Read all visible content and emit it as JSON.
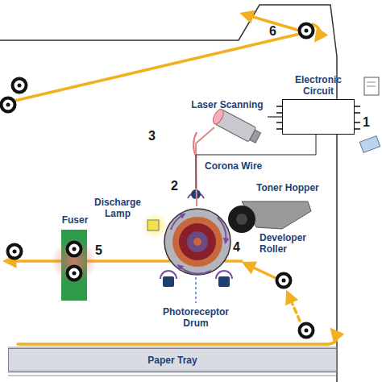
{
  "diagram": {
    "nodes": [
      {
        "text": [
          "Electronic Circuit"
        ]
      },
      {
        "text": [
          "Laser Scanning"
        ]
      },
      {
        "text": [
          "Paper Tray"
        ]
      }
    ],
    "edges": [
      {
        "from": 0,
        "to": 1,
        "arrow": "none"
      }
    ],
    "labels": [
      "1",
      "2",
      "3",
      "4",
      "5",
      "6",
      "Corona Wire",
      "Toner Hopper",
      "Discharge Lamp",
      "Developer Roller",
      "Fuser",
      "Photoreceptor Drum"
    ]
  }
}
